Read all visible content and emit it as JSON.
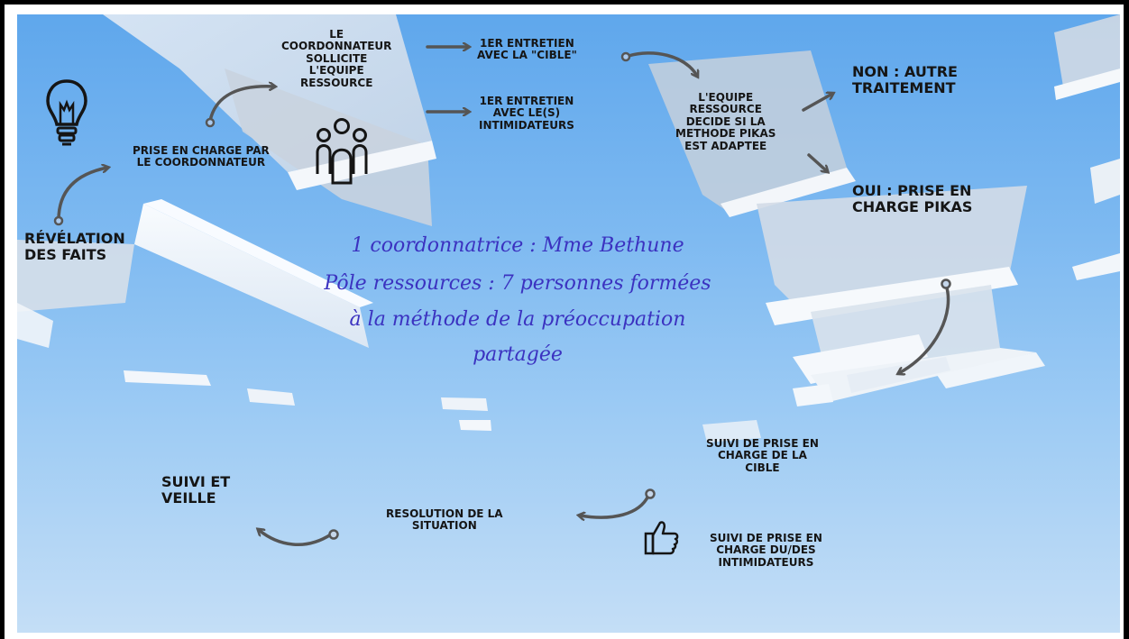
{
  "diagram": {
    "nodes": {
      "revelation": "RÉVÉLATION\nDES FAITS",
      "prise_en_charge": "PRISE EN CHARGE PAR\nLE  COORDONNATEUR",
      "coordonnateur": "LE\nCOORDONNATEUR\nSOLLICITE\nL'EQUIPE\nRESSOURCE",
      "entretien_cible": "1ER ENTRETIEN\nAVEC LA \"CIBLE\"",
      "entretien_intimidateurs": "1ER ENTRETIEN\nAVEC LE(S)\nINTIMIDATEURS",
      "equipe_decide": "L'EQUIPE\nRESSOURCE\nDECIDE SI LA\nMETHODE PIKAS\nEST ADAPTEE",
      "non": "NON : AUTRE\nTRAITEMENT",
      "oui": "OUI : PRISE EN\nCHARGE PIKAS",
      "suivi_cible": "SUIVI DE PRISE EN\nCHARGE DE LA\nCIBLE",
      "suivi_intimidateurs": "SUIVI DE PRISE EN\nCHARGE DU/DES\nINTIMIDATEURS",
      "resolution": "RESOLUTION DE LA\nSITUATION",
      "suivi_veille": "SUIVI ET\nVEILLE"
    },
    "center_text": [
      "1 coordonnatrice : Mme Bethune",
      "Pôle ressources : 7 personnes formées",
      "à la méthode de la préoccupation",
      "partagée"
    ],
    "icons": [
      "lightbulb-icon",
      "group-icon",
      "thumbs-up-icon"
    ],
    "colors": {
      "sky_top": "#5fa7ec",
      "sky_bottom": "#c4def6",
      "script_text": "#3b32c0",
      "arrow": "#555555",
      "label_text": "#151515"
    }
  }
}
